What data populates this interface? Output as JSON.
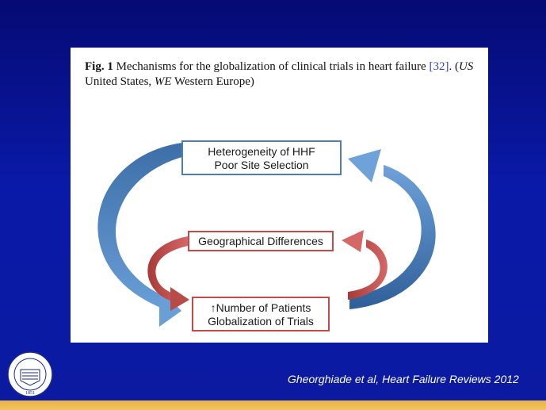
{
  "figure": {
    "caption": {
      "fig_label": "Fig. 1",
      "text_a": "Mechanisms for the globalization of clinical trials in heart failure",
      "ref": "[32]",
      "text_b": ". (",
      "us_abbr": "US",
      "us_full": " United States, ",
      "we_abbr": "WE",
      "we_full": " Western Europe)"
    },
    "boxes": {
      "top_line1": "Heterogeneity of HHF",
      "top_line2": "Poor Site Selection",
      "middle": "Geographical Differences",
      "bottom_arrow_symbol": "↑",
      "bottom_line1": "Number of Patients",
      "bottom_line2": "Globalization of Trials"
    },
    "colors": {
      "outer_arrows": "#4f7fb5",
      "inner_arrows": "#c0504d"
    }
  },
  "citation": "Gheorghiade et al, Heart Failure Reviews 2012",
  "logo": {
    "name": "university-seal",
    "year": "1851"
  }
}
